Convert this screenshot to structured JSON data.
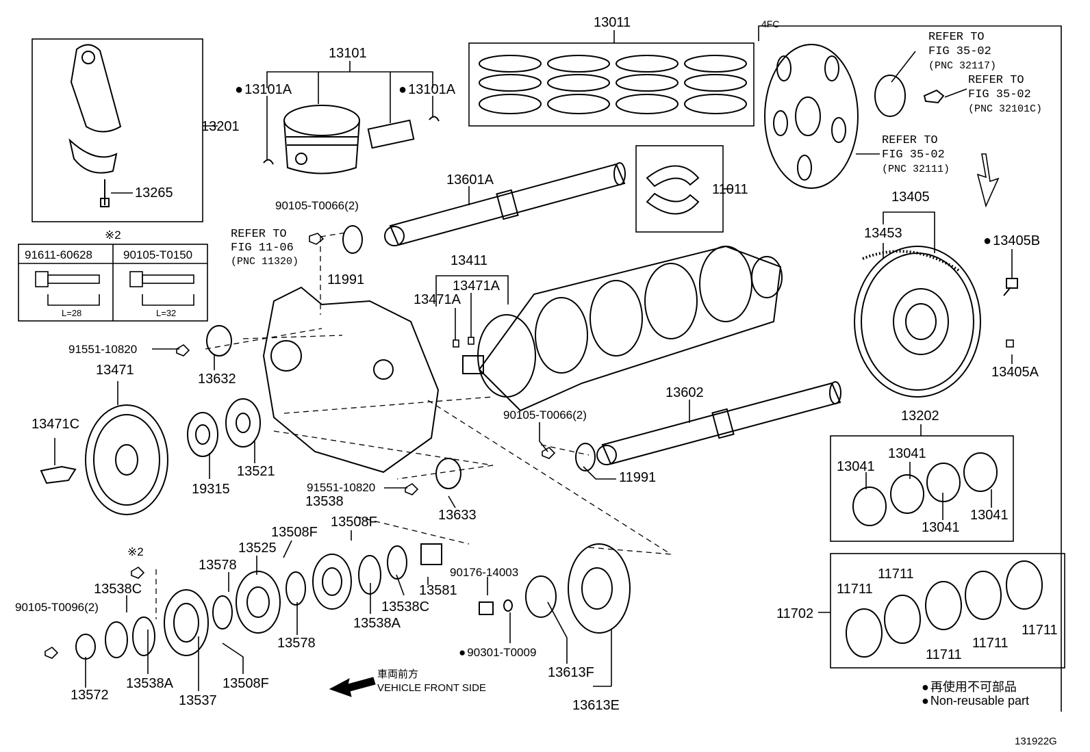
{
  "diagram_id": "131922G",
  "header_group": "4FC",
  "note_mark": "※2",
  "vehicle_front": {
    "jp": "車両前方",
    "en": "VEHICLE FRONT SIDE"
  },
  "legend": {
    "jp": "再使用不可部品",
    "en": "Non-reusable part"
  },
  "bolt_table": {
    "left": {
      "part": "91611-60628",
      "length": "L=28"
    },
    "right": {
      "part": "90105-T0150",
      "length": "L=32"
    }
  },
  "refs": {
    "fig_11_06": [
      "REFER TO",
      "FIG 11-06",
      "(PNC 11320)"
    ],
    "fig_35_02_a": [
      "REFER TO",
      "FIG 35-02",
      "(PNC 32117)"
    ],
    "fig_35_02_b": [
      "REFER TO",
      "FIG 35-02",
      "(PNC 32101C)"
    ],
    "fig_35_02_c": [
      "REFER TO",
      "FIG 35-02",
      "(PNC 32111)"
    ]
  },
  "labels": {
    "p13011": "13011",
    "p13101": "13101",
    "p13101A_l": "13101A",
    "p13101A_r": "13101A",
    "p13201": "13201",
    "p13265": "13265",
    "p90105_T0066_a": "90105-T0066(2)",
    "p11991_a": "11991",
    "p13601A": "13601A",
    "p11011": "11011",
    "p13411": "13411",
    "p13471A_a": "13471A",
    "p13471A_b": "13471A",
    "p13405": "13405",
    "p13453": "13453",
    "p13405B": "13405B",
    "p13405A": "13405A",
    "p91551_10820_a": "91551-10820",
    "p13632": "13632",
    "p13471": "13471",
    "p13471C": "13471C",
    "p19315": "19315",
    "p13521": "13521",
    "p13602": "13602",
    "p90105_T0066_b": "90105-T0066(2)",
    "p11991_b": "11991",
    "p13202": "13202",
    "p13041_a": "13041",
    "p13041_b": "13041",
    "p13041_c": "13041",
    "p13041_d": "13041",
    "p91551_10820_b": "91551-10820",
    "p13538": "13538",
    "p13633": "13633",
    "p13508F_a": "13508F",
    "p13508F_b": "13508F",
    "p13525": "13525",
    "p13578_a": "13578",
    "p13578_b": "13578",
    "p13538C_a": "13538C",
    "p13538C_b": "13538C",
    "p13581": "13581",
    "p90176_14003": "90176-14003",
    "p13538A_a": "13538A",
    "p13538A_b": "13538A",
    "p90105_T0096": "90105-T0096(2)",
    "p13572": "13572",
    "p13537": "13537",
    "p13508F_c": "13508F",
    "p90301_T0009": "90301-T0009",
    "p13613F": "13613F",
    "p13613E": "13613E",
    "p11702": "11702",
    "p11711_a": "11711",
    "p11711_b": "11711",
    "p11711_c": "11711",
    "p11711_d": "11711",
    "p11711_e": "11711"
  }
}
